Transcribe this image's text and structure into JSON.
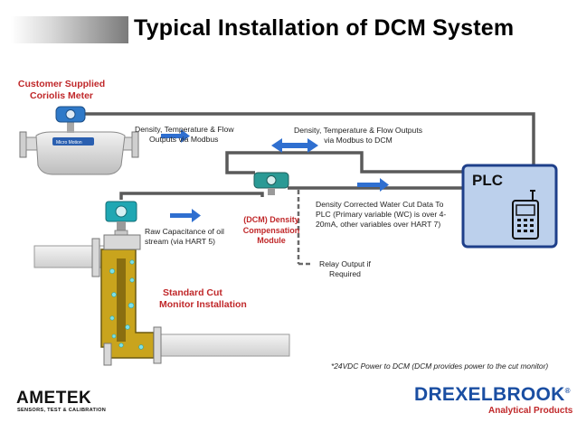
{
  "title": "Typical Installation of DCM System",
  "labels": {
    "customer_meter": [
      "Customer Supplied",
      "Coriolis Meter"
    ],
    "modbus_outputs": [
      "Density, Temperature & Flow",
      "Outputs via Modbus"
    ],
    "modbus_to_dcm": [
      "Density, Temperature & Flow Outputs",
      "via Modbus to DCM"
    ],
    "corrected_data": [
      "Density Corrected Water Cut Data To",
      "PLC (Primary variable (WC) is over 4-",
      "20mA, other variables over HART 7)"
    ],
    "raw_capacitance": [
      "Raw Capacitance of oil",
      "stream (via HART 5)"
    ],
    "dcm_module": [
      "(DCM) Density",
      "Compensation",
      "Module"
    ],
    "relay_output": [
      "Relay Output if",
      "Required"
    ],
    "standard_cut": [
      "Standard Cut",
      "Monitor Installation"
    ],
    "plc": "PLC",
    "meter_brand": "Micro Motion"
  },
  "footnote": "*24VDC Power to DCM (DCM provides power to the cut monitor)",
  "logos": {
    "ametek": "AMETEK",
    "ametek_tagline": "SENSORS, TEST & CALIBRATION",
    "drexelbrook": "DREXELBROOK",
    "drexelbrook_tagline": "Analytical Products"
  },
  "colors": {
    "accent_red": "#c0282a",
    "arrow_blue": "#2f6fd0",
    "plc_fill": "#bcd0ec",
    "drexelbrook_blue": "#1a4ea2",
    "wire_gray": "#5a5a5a",
    "pipe_fill": "#c9a41d"
  }
}
